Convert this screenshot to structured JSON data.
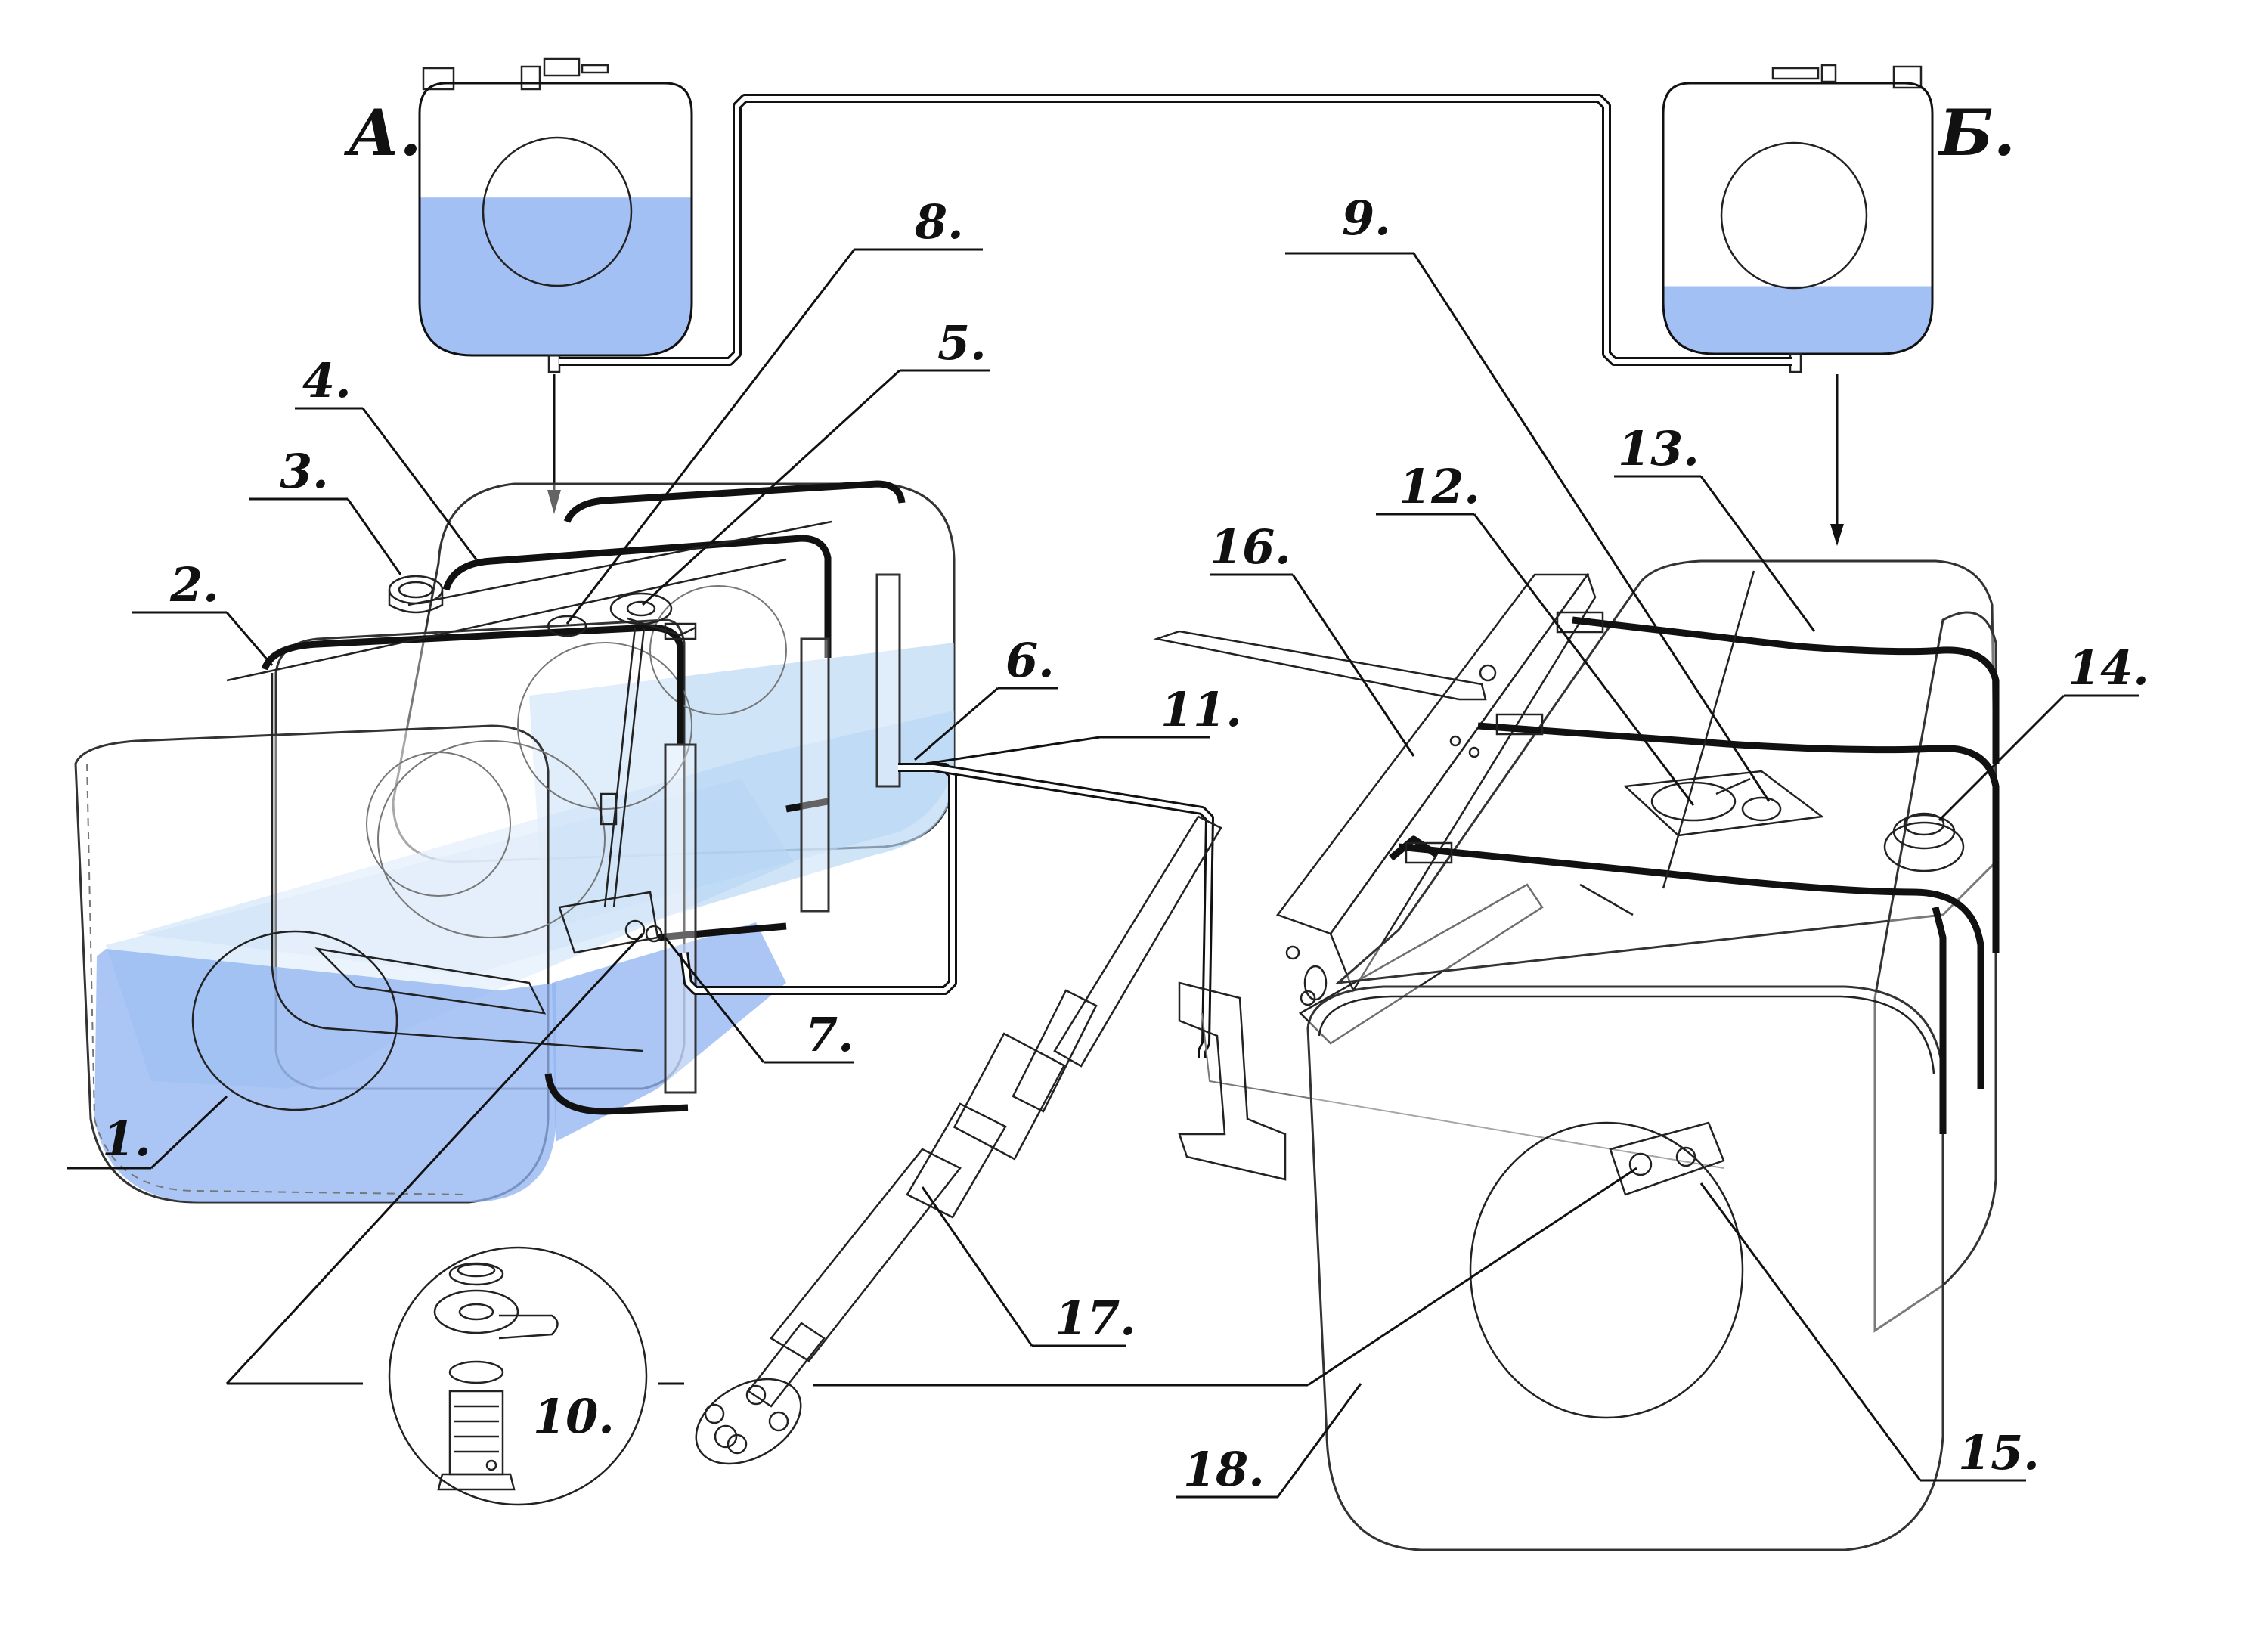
{
  "diagram": {
    "reservoirs": [
      {
        "id": "A",
        "label": "А.",
        "fill_level": 0.58
      },
      {
        "id": "B",
        "label": "Б.",
        "fill_level": 0.25
      }
    ],
    "callouts": [
      {
        "id": "1",
        "label": "1."
      },
      {
        "id": "2",
        "label": "2."
      },
      {
        "id": "3",
        "label": "3."
      },
      {
        "id": "4",
        "label": "4."
      },
      {
        "id": "5",
        "label": "5."
      },
      {
        "id": "6",
        "label": "6."
      },
      {
        "id": "7",
        "label": "7."
      },
      {
        "id": "8",
        "label": "8."
      },
      {
        "id": "9",
        "label": "9."
      },
      {
        "id": "10",
        "label": "10."
      },
      {
        "id": "11",
        "label": "11."
      },
      {
        "id": "12",
        "label": "12."
      },
      {
        "id": "13",
        "label": "13."
      },
      {
        "id": "14",
        "label": "14."
      },
      {
        "id": "15",
        "label": "15."
      },
      {
        "id": "16",
        "label": "16."
      },
      {
        "id": "17",
        "label": "17."
      },
      {
        "id": "18",
        "label": "18."
      }
    ],
    "colors": {
      "liquid_dark": "#8fb3f2",
      "liquid_light": "#b7d6f5",
      "line": "#111111"
    }
  }
}
